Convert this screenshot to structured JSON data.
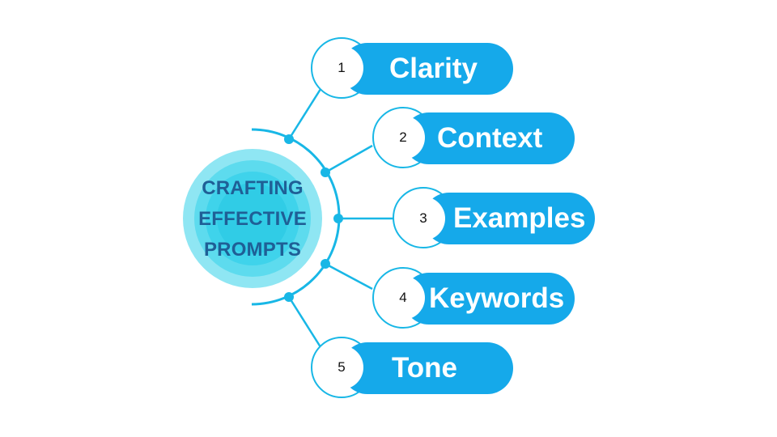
{
  "hub": {
    "lines": [
      "CRAFTING",
      "EFFECTIVE",
      "PROMPTS"
    ]
  },
  "items": [
    {
      "number": "1",
      "label": "Clarity"
    },
    {
      "number": "2",
      "label": "Context"
    },
    {
      "number": "3",
      "label": "Examples"
    },
    {
      "number": "4",
      "label": "Keywords"
    },
    {
      "number": "5",
      "label": "Tone"
    }
  ],
  "colors": {
    "accent": "#18b7e6",
    "pill": "#15a9ea",
    "hub_text": "#1f5f96",
    "hub_outer": "#8fe6f3",
    "hub_inner": "#3fd3eb"
  }
}
